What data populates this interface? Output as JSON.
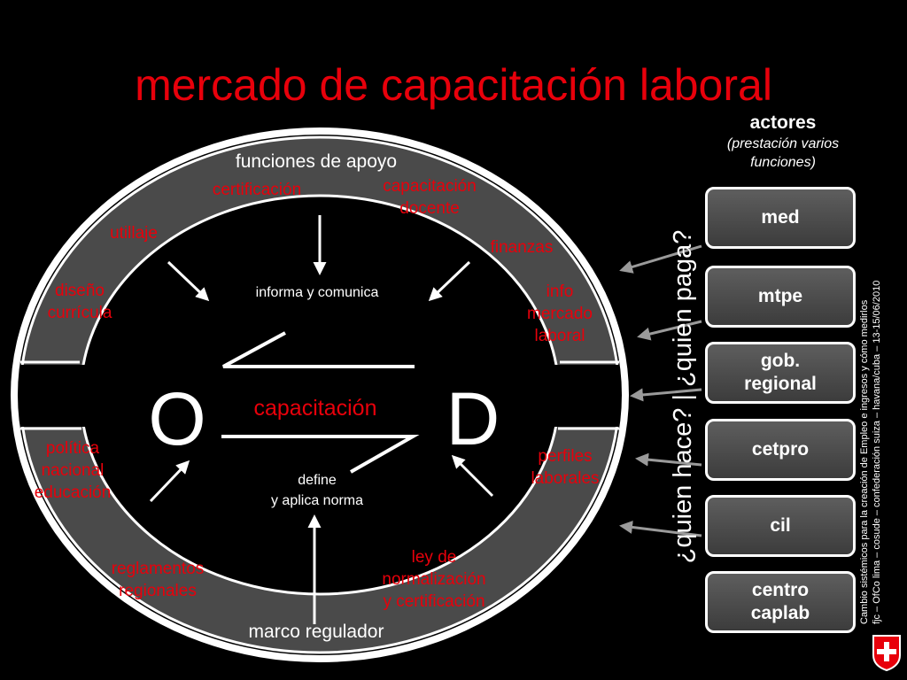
{
  "title": "mercado de capacitación laboral",
  "center": {
    "oferta": "O",
    "demanda": "D",
    "capacitacion": "capacitación",
    "informa": "informa y comunica",
    "define_1": "define",
    "define_2": "y aplica norma"
  },
  "top_band": {
    "heading": "funciones de apoyo",
    "items": [
      {
        "lines": [
          "certificación"
        ]
      },
      {
        "lines": [
          "capacitación",
          "docente"
        ]
      },
      {
        "lines": [
          "utillaje"
        ]
      },
      {
        "lines": [
          "finanzas"
        ]
      },
      {
        "lines": [
          "diseño",
          "currícula"
        ]
      },
      {
        "lines": [
          "info",
          "mercado",
          "laboral"
        ]
      }
    ]
  },
  "bottom_band": {
    "heading": "marco regulador",
    "items": [
      {
        "lines": [
          "política",
          "nacional",
          "educación"
        ]
      },
      {
        "lines": [
          "perfiles",
          "laborales"
        ]
      },
      {
        "lines": [
          "reglamentos",
          "regionales"
        ]
      },
      {
        "lines": [
          "ley de",
          "normalización",
          "y certificación"
        ]
      }
    ]
  },
  "questions": "¿quien hace? | ¿quien paga?",
  "actors": {
    "heading": "actores",
    "subheading_1": "(prestación varios",
    "subheading_2": "funciones)",
    "items": [
      {
        "label": "med"
      },
      {
        "label": "mtpe"
      },
      {
        "label": "gob.\nregional"
      },
      {
        "label": "cetpro"
      },
      {
        "label": "cil"
      },
      {
        "label": "centro\ncaplab"
      }
    ]
  },
  "footer": {
    "line1": "Cambio sistémicos para la creación de Empleo e ingresos y cómo medirlos",
    "line2": "fjc – OfCo lima – cosude – confederación suiza –  havana/cuba – 13-15/06/2010"
  },
  "colors": {
    "accent_red": "#e8000b",
    "band_gray": "#4a4a4a",
    "text_white": "#ffffff",
    "background": "#000000"
  },
  "icons": {
    "flag": "swiss-flag-icon"
  }
}
